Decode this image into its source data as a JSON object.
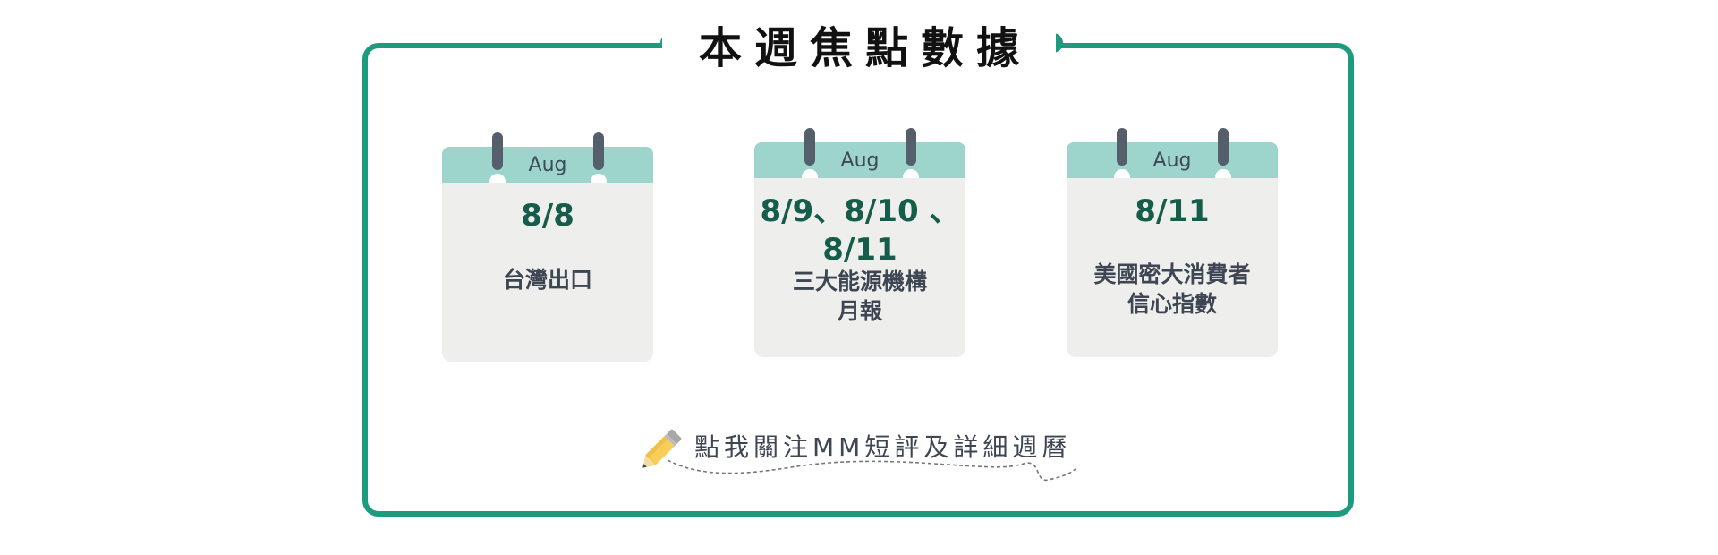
{
  "title": "本週焦點數據",
  "calendars": [
    {
      "month": "Aug",
      "date": "8/8",
      "desc_lines": [
        "台灣出口"
      ]
    },
    {
      "month": "Aug",
      "date_lines": [
        "8/9、8/10 、",
        "8/11"
      ],
      "desc_lines": [
        "三大能源機構",
        "月報"
      ]
    },
    {
      "month": "Aug",
      "date": "8/11",
      "desc_lines": [
        "美國密大消費者",
        "信心指數"
      ]
    }
  ],
  "cta": {
    "label": "點我關注MM短評及詳細週曆",
    "icon": "pencil-icon"
  },
  "colors": {
    "accent": "#1e9a7e",
    "calendar_header": "#9dd5cc",
    "calendar_body": "#eeeeec",
    "date_text": "#165c4a"
  }
}
